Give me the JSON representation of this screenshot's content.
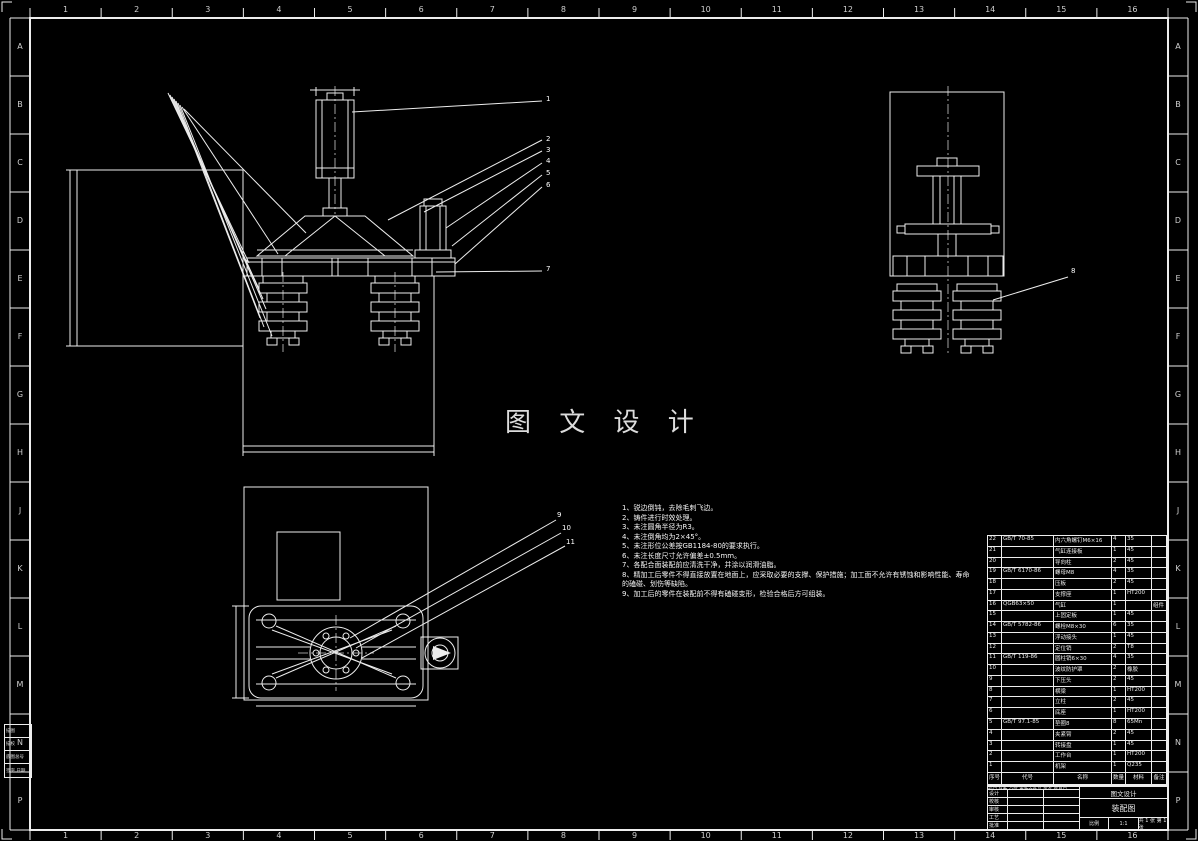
{
  "meta": {
    "watermark": "图 文 设 计",
    "drawing_type": "装配图"
  },
  "colors": {
    "background": "#000000",
    "line": "#ededed",
    "watermark": "#dcdcdc"
  },
  "border": {
    "columns": [
      "1",
      "2",
      "3",
      "4",
      "5",
      "6",
      "7",
      "8",
      "9",
      "10",
      "11",
      "12",
      "13",
      "14",
      "15",
      "16"
    ],
    "rows": [
      "A",
      "B",
      "C",
      "D",
      "E",
      "F",
      "G",
      "H",
      "J",
      "K",
      "L",
      "M",
      "N",
      "P"
    ]
  },
  "tech_notes": {
    "lines": [
      "1、锐边倒钝，去除毛刺飞边。",
      "2、铸件进行时效处理。",
      "3、未注圆角半径为R3。",
      "4、未注倒角均为2×45°。",
      "5、未注形位公差按GB1184-80的要求执行。",
      "6、未注长度尺寸允许偏差±0.5mm。",
      "7、各配合面装配前应清洗干净，并涂以润滑油脂。",
      "8、精加工后零件不得直接放置在地面上，应采取必要的支撑、保护措施；加工面不允许有锈蚀和影响性能、寿命的磕碰、划伤等缺陷。",
      "9、加工后的零件在装配前不得有磕碰变形，检验合格后方可组装。"
    ]
  },
  "callouts": {
    "front": [
      "1",
      "2",
      "3",
      "4",
      "5",
      "6",
      "7"
    ],
    "side": [
      "8"
    ],
    "plan": [
      "9",
      "10",
      "11"
    ]
  },
  "bom": {
    "headers": [
      "序号",
      "代号",
      "名称",
      "数量",
      "材料",
      "备注"
    ],
    "rows": [
      [
        "22",
        "GB/T 70-85",
        "内六角螺钉M6×16",
        "4",
        "35",
        ""
      ],
      [
        "21",
        "",
        "气缸连接板",
        "1",
        "45",
        ""
      ],
      [
        "20",
        "",
        "导向柱",
        "2",
        "45",
        ""
      ],
      [
        "19",
        "GB/T 6170-86",
        "螺母M8",
        "4",
        "35",
        ""
      ],
      [
        "18",
        "",
        "压板",
        "2",
        "45",
        ""
      ],
      [
        "17",
        "",
        "支撑座",
        "1",
        "HT200",
        ""
      ],
      [
        "16",
        "QGB63×50",
        "气缸",
        "1",
        "",
        "组件"
      ],
      [
        "15",
        "",
        "上固定板",
        "1",
        "45",
        ""
      ],
      [
        "14",
        "GB/T 5782-86",
        "螺栓M8×30",
        "6",
        "35",
        ""
      ],
      [
        "13",
        "",
        "浮动接头",
        "1",
        "45",
        ""
      ],
      [
        "12",
        "",
        "定位销",
        "2",
        "T8",
        ""
      ],
      [
        "11",
        "GB/T 119-86",
        "圆柱销6×30",
        "4",
        "35",
        ""
      ],
      [
        "10",
        "",
        "波纹防护罩",
        "2",
        "橡胶",
        ""
      ],
      [
        "9",
        "",
        "下压头",
        "2",
        "45",
        ""
      ],
      [
        "8",
        "",
        "横梁",
        "1",
        "HT200",
        ""
      ],
      [
        "7",
        "",
        "立柱",
        "2",
        "45",
        ""
      ],
      [
        "6",
        "",
        "底座",
        "1",
        "HT200",
        ""
      ],
      [
        "5",
        "GB/T 97.1-85",
        "垫圈8",
        "8",
        "65Mn",
        ""
      ],
      [
        "4",
        "",
        "夹紧臂",
        "2",
        "45",
        ""
      ],
      [
        "3",
        "",
        "转接盘",
        "1",
        "45",
        ""
      ],
      [
        "2",
        "",
        "工作台",
        "1",
        "HT200",
        ""
      ],
      [
        "1",
        "",
        "机架",
        "1",
        "Q235",
        ""
      ]
    ]
  },
  "title_block": {
    "company": "图文设计",
    "drawing_name": "装配图",
    "change_header": "标记 处数 分区 更改文件号 签名 年月日",
    "fields": {
      "design": "设计",
      "check": "校核",
      "review": "审核",
      "craft": "工艺",
      "approve": "批准"
    },
    "scale_label": "比例",
    "scale_value": "1:1",
    "sheets": "共 1 张 第 1 张"
  },
  "margin_block": {
    "cells": [
      "描图",
      "描校",
      "底图总号",
      "签字  日期"
    ]
  }
}
